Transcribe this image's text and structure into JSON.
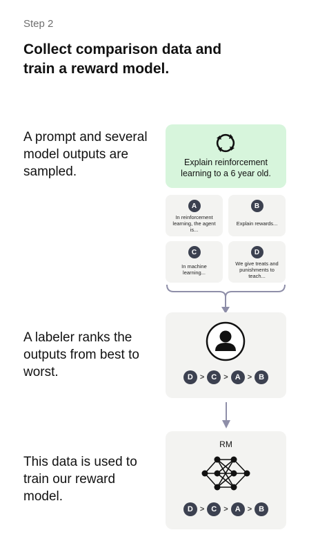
{
  "step_label": "Step 2",
  "headline": "Collect comparison data and train a reward model.",
  "descriptions": {
    "sampling": "A prompt and several model outputs are sampled.",
    "ranking": "A labeler ranks the outputs from best to worst.",
    "training": "This data is used to train our reward model."
  },
  "prompt": {
    "icon": "refresh-cycle-icon",
    "text": "Explain reinforcement learning to a 6 year old."
  },
  "outputs": [
    {
      "letter": "A",
      "text": "In reinforcement learning, the agent is..."
    },
    {
      "letter": "B",
      "text": "Explain rewards..."
    },
    {
      "letter": "C",
      "text": "In machine learning..."
    },
    {
      "letter": "D",
      "text": "We give treats and punishments to teach..."
    }
  ],
  "ranking": {
    "order": [
      "D",
      "C",
      "A",
      "B"
    ],
    "separator": ">"
  },
  "labeler_icon": "person-icon",
  "reward_model": {
    "label": "RM",
    "icon": "neural-network-icon"
  },
  "colors": {
    "prompt_bg": "#d7f5dc",
    "card_bg": "#f3f3f1",
    "badge_bg": "#3c4150",
    "arrow": "#8e8ea8"
  }
}
